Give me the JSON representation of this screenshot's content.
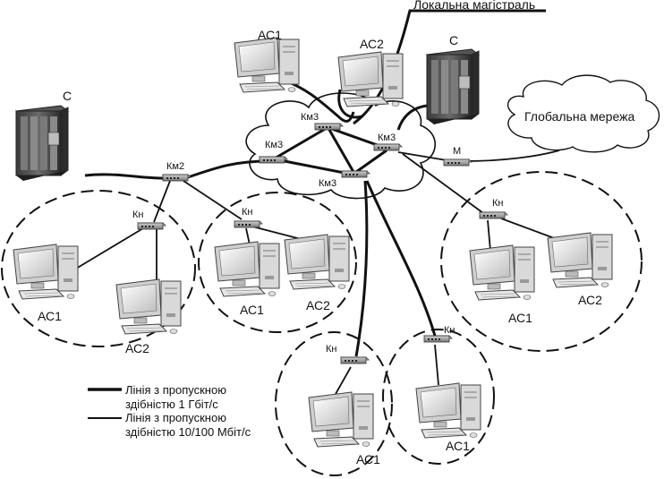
{
  "labels": {
    "backbone": "Локальна магістраль",
    "global_network": "Глобальна мережа",
    "server": "С",
    "ws1": "АС1",
    "ws2": "АС2",
    "km3": "Км3",
    "km2": "Км2",
    "kn": "Кн",
    "modem": "М"
  },
  "legend": {
    "line1_a": "Лінія з пропускною",
    "line1_b": "здібністю 1 Гбіт/с",
    "line2_a": "Лінія з пропускною",
    "line2_b": "здібністю 10/100 Мбіт/с"
  }
}
